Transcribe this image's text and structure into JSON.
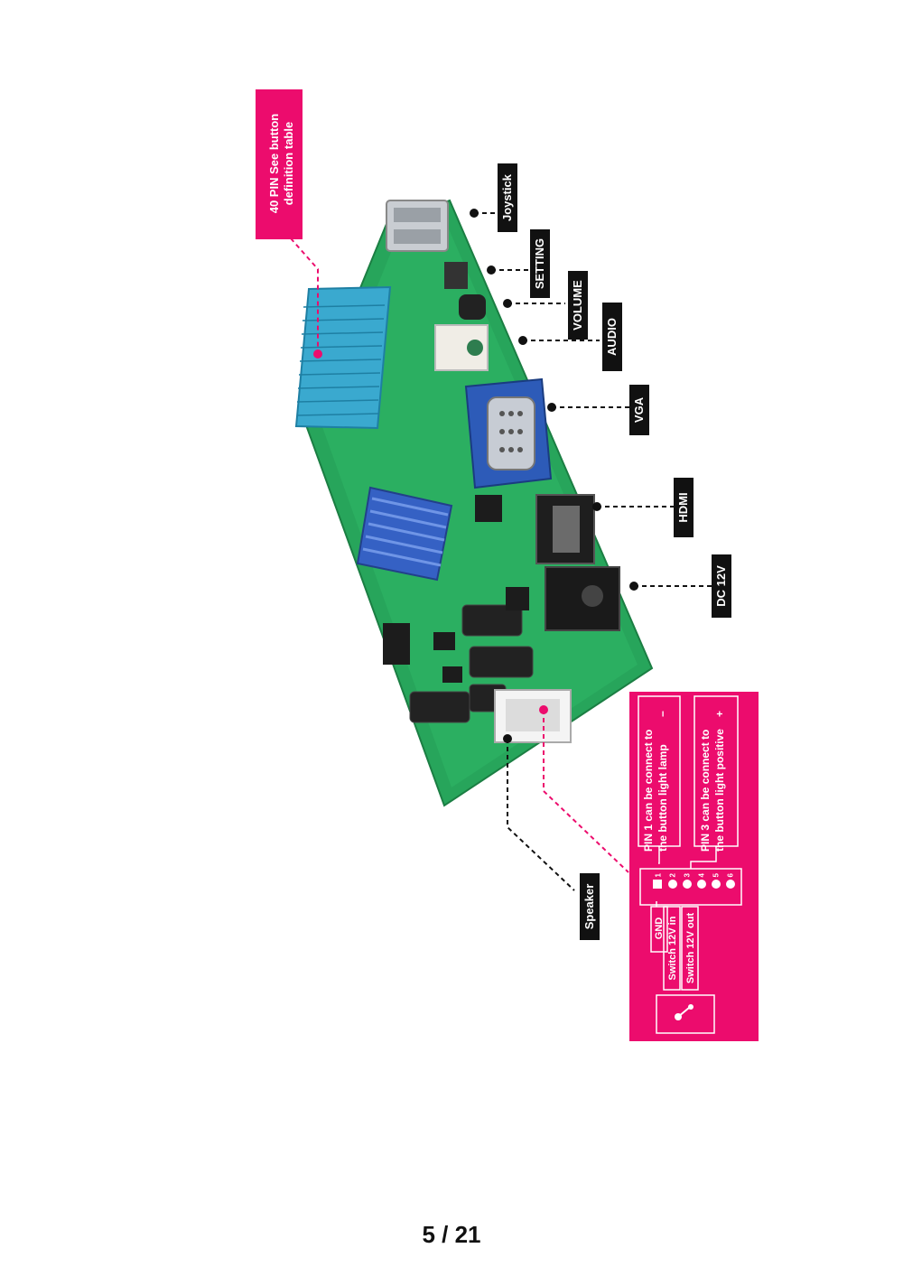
{
  "labels": {
    "pin40_line1": "40 PIN  See button",
    "pin40_line2": "definition table",
    "joystick": "Joystick",
    "setting": "SETTING",
    "volume": "VOLUME",
    "audio": "AUDIO",
    "vga": "VGA",
    "hdmi": "HDMI",
    "dc12v": "DC 12V",
    "speaker": "Speaker"
  },
  "pin_table": {
    "pin1_line1": "PIN 1 can be connect to",
    "pin1_line2": "the button light lamp",
    "pin1_sign": "−",
    "pin3_line1": "PIN 3 can be connect to",
    "pin3_line2": "the button light positive",
    "pin3_sign": "+",
    "pins": [
      "1",
      "2",
      "3",
      "4",
      "5",
      "6"
    ],
    "gnd": "GND",
    "switch_in": "Switch 12V in",
    "switch_out": "Switch 12V out"
  },
  "colors": {
    "magenta": "#ec0c6d",
    "pcb_green": "#27a55b",
    "label_black": "#111111"
  },
  "page_number": "5 / 21"
}
